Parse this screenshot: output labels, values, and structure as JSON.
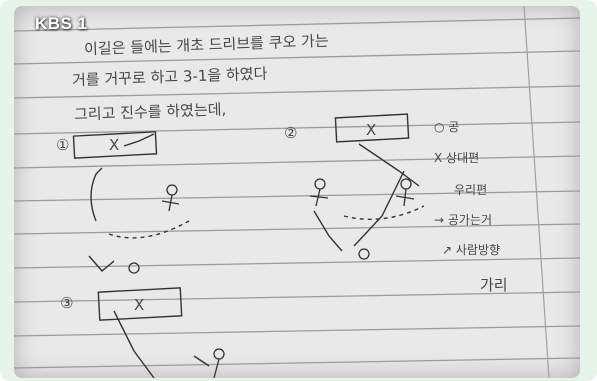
{
  "watermark": "KBS 1",
  "notes": {
    "line1": "이길은 들에는 개초 드리브를 쿠오 가는",
    "line2": "거를 거꾸로 하고 3-1을 하였다",
    "line3": "그리고 진수를 하였는데,",
    "legend": [
      "○ 공",
      "X 상대편",
      "우리편",
      "→ 공가는거",
      "↗ 사람방향",
      "가리"
    ],
    "diagram_labels": [
      "①",
      "②",
      "③",
      "X"
    ]
  }
}
